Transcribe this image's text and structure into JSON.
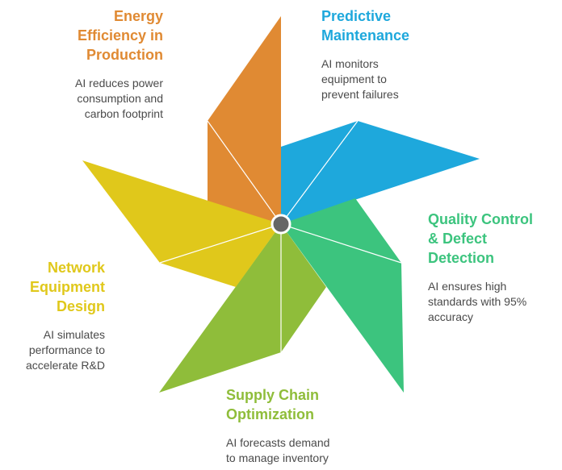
{
  "diagram": {
    "segments": [
      {
        "key": "energy",
        "title": "Energy\nEfficiency in\nProduction",
        "description": "AI reduces power\nconsumption and\ncarbon footprint",
        "color": "#E08A33"
      },
      {
        "key": "predictive",
        "title": "Predictive\nMaintenance",
        "description": "AI monitors\nequipment to\nprevent failures",
        "color": "#1EA8DC"
      },
      {
        "key": "quality",
        "title": "Quality Control\n& Defect\nDetection",
        "description": "AI ensures high\nstandards with 95%\naccuracy",
        "color": "#3CC47E"
      },
      {
        "key": "supply",
        "title": "Supply Chain\nOptimization",
        "description": "AI forecasts demand\nto manage inventory",
        "color": "#8FBD3A"
      },
      {
        "key": "network",
        "title": "Network\nEquipment\nDesign",
        "description": "AI simulates\nperformance to\naccelerate R&D",
        "color": "#E0C81B"
      }
    ],
    "hub_color": "#666666",
    "description_color": "#4a4a4a"
  }
}
